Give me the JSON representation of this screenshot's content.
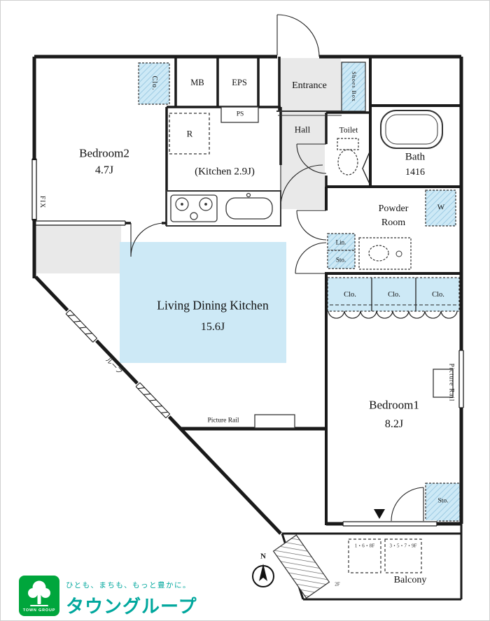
{
  "plan": {
    "rooms": {
      "bedroom2": {
        "name": "Bedroom2",
        "size": "4.7J"
      },
      "kitchen": {
        "label": "(Kitchen 2.9J)"
      },
      "ldk": {
        "name": "Living Dining Kitchen",
        "size": "15.6J"
      },
      "bedroom1": {
        "name": "Bedroom1",
        "size": "8.2J"
      },
      "bath": {
        "name": "Bath",
        "size": "1416"
      },
      "toilet": {
        "name": "Toilet"
      },
      "powder_room": {
        "line1": "Powder",
        "line2": "Room"
      },
      "entrance": {
        "name": "Entrance"
      },
      "hall": {
        "name": "Hall"
      },
      "balcony": {
        "name": "Balcony"
      }
    },
    "fixtures": {
      "mb": "MB",
      "eps": "EPS",
      "ps": "PS",
      "fridge": "R",
      "shoes_box": "Shoes Box",
      "washer": "W",
      "linen": "Lin.",
      "storage": "Sto.",
      "closet": "Clo.",
      "fix_window": "FIX",
      "picture_rail": "Picture Rail",
      "roof": "ルーフ"
    },
    "bedroom1_closets": [
      "Clo.",
      "Clo.",
      "Clo."
    ],
    "balcony_notes": [
      "1・6・8F",
      "3・5・7・9F",
      "2F"
    ],
    "compass_n": "N"
  },
  "branding": {
    "tagline": "ひとも、まちも、もっと豊かに。",
    "brand_name": "タウングループ",
    "logo_text": "TOWN GROUP",
    "brand_green": "#00a63c",
    "brand_teal": "#00a79d"
  },
  "colors": {
    "highlight_blue": "#cde9f6",
    "floor_gray": "#e9e9e9",
    "wall_black": "#1a1a1a"
  }
}
